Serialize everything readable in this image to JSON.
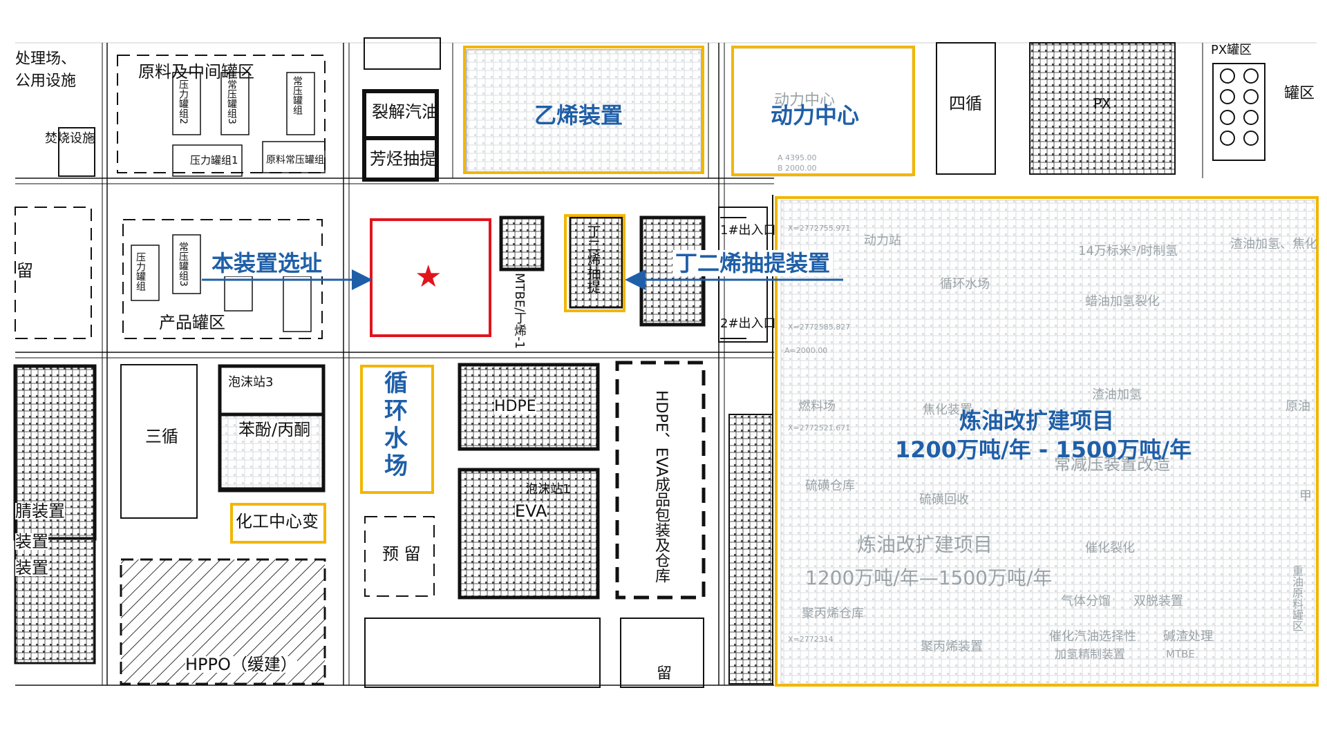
{
  "colors": {
    "highlight": "#f2b600",
    "site": "#e0141d",
    "blue_text": "#1f5fa8",
    "arrow": "#1f5fa8"
  },
  "map_labels": {
    "chuli": "处理场、",
    "gongyong": "公用设施",
    "fenshao": "焚烧设施",
    "yuanliao": "原料及中间罐区",
    "yali2": "压力罐组2",
    "changya3": "常压罐组3",
    "changya_tall": "常压罐组",
    "yali1": "压力罐组1",
    "yuanliao_changya": "原料常压罐组",
    "liejie": "裂解汽油",
    "fangting": "芳烃抽提",
    "siXun": "四循",
    "px_tank": "PX罐区",
    "px": "PX",
    "guanqu": "罐区",
    "dongli_gray": "动力中心",
    "a_coord1": "A 4395.00",
    "b_coord1": "B 2000.00",
    "liu": "留",
    "yali_v": "压力罐组",
    "changya_v": "常压罐组3",
    "chanpin": "产品罐区",
    "mtbe": "MTBE/丁烯-1",
    "dingerxi_v": "丁二烯抽提",
    "chukou1": "1#出入口",
    "chukou2": "2#出入口",
    "sanXun": "三循",
    "paomo3": "泡沫站3",
    "benfen": "苯酚/丙酮",
    "jing": "腈装置",
    "zhuangzhi": "装置",
    "zhuangzhi2": "装置",
    "hdpe": "HDPE",
    "paomo1": "泡沫站1",
    "eva": "EVA",
    "hdpe_eva": "HDPE、EVA成品包装及仓库",
    "yuliu": "预 留",
    "hppo": "HPPO（缓建）",
    "liu2": "留",
    "dongli_zhan": "动力站",
    "shisi": "14万标米³/时制氢",
    "zhayou": "渣油加氢、焦化",
    "xunhuan_gray": "循环水场",
    "layou": "蜡油加氢裂化",
    "zhayou2": "渣油加氢",
    "jiaohua": "焦化装置",
    "ranliao": "燃料场",
    "yuan": "原油",
    "changjian": "常减压装置改造",
    "liuhuang": "硫磺回收",
    "liuhuang_cangku": "硫磺仓库",
    "lianyou_gray": "炼油改扩建项目",
    "lianyou_gray2": "1200万吨/年—1500万吨/年",
    "cuihua": "催化裂化",
    "qiti": "气体分馏",
    "shuangtuo": "双脱装置",
    "jubingxi_ck": "聚丙烯仓库",
    "cuihua_qiyou": "催化汽油选择性",
    "jiaqing": "加氢精制装置",
    "jianzha": "碱渣处理",
    "mtbe2": "MTBE",
    "jubingxi": "聚丙烯装置",
    "zhongzhi": "重油原料罐区",
    "jia": "甲",
    "x1": "X=2772755.971",
    "x2": "X=2772585.827",
    "x3": "X=2772521.671",
    "x4": "X=2772314",
    "a_coord2": "A=2000.00"
  },
  "callouts": {
    "yixi": "乙烯装置",
    "dongli": "动力中心",
    "benzhuangzhi": "本装置选址",
    "dingerxi": "丁二烯抽提装置",
    "xunhuan": "循\n环\n水\n场",
    "huagong": "化工中心变",
    "lianyou_title": "炼油改扩建项目",
    "lianyou_capacity": "1200万吨/年 - 1500万吨/年",
    "star": "★"
  }
}
